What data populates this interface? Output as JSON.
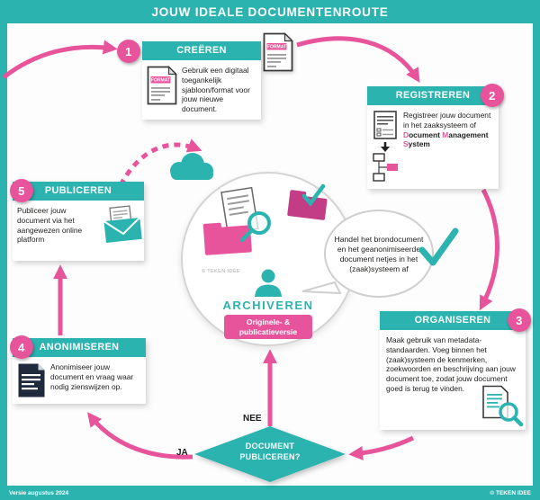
{
  "colors": {
    "teal": "#2BB3B0",
    "pink": "#E8549B",
    "dark_navy": "#1F2A3C"
  },
  "header": {
    "title": "JOUW IDEALE DOCUMENTENROUTE"
  },
  "labels": {
    "format": "FORMAT"
  },
  "steps": {
    "create": {
      "number": "1",
      "title": "CREËREN",
      "body": "Gebruik een digitaal toegankelijk sjabloon/format voor jouw nieuwe document."
    },
    "register": {
      "number": "2",
      "title": "REGISTREREN",
      "body_prefix": "Registreer jouw document in het zaaksysteem of ",
      "words": [
        {
          "initial": "D",
          "rest": "ocument "
        },
        {
          "initial": "M",
          "rest": "anagement "
        },
        {
          "initial": "S",
          "rest": "ystem"
        }
      ]
    },
    "organize": {
      "number": "3",
      "title": "ORGANISEREN",
      "body": "Maak gebruik van metadata-standaarden. Voeg binnen het (zaak)systeem de kenmerken, zoekwoorden en beschrijving aan jouw document toe, zodat jouw document goed is terug te vinden."
    },
    "anonymize": {
      "number": "4",
      "title": "ANONIMISEREN",
      "body": "Anonimiseer jouw document en vraag waar nodig zienswijzen op."
    },
    "publish": {
      "number": "5",
      "title": "PUBLICEREN",
      "body": "Publiceer jouw document via het aangewezen online platform"
    }
  },
  "center": {
    "title": "ARCHIVEREN",
    "badge_line1": "Originele- &",
    "badge_line2": "publicatieversie",
    "watermark": "© TEKEN IDEE"
  },
  "speech_bubble": {
    "text": "Handel het brondocument en het geanonimiseerde document netjes in het (zaak)systeem af"
  },
  "decision": {
    "question": "DOCUMENT PUBLICEREN?",
    "yes_label": "JA",
    "no_label": "NEE"
  },
  "footer": {
    "version": "Versie augustus 2024",
    "credit": "© TEKEN IDEE"
  },
  "icons": {
    "step_create": "document-format-icon",
    "top_floating": "document-format-icon",
    "step_register": [
      "document-lines-icon",
      "dms-flow-icon"
    ],
    "step_organize": "document-search-icon",
    "step_anonymize": "redacted-document-icon",
    "step_publish": "envelope-document-icon",
    "center": [
      "folder-icon",
      "folder-check-icon",
      "document-icon",
      "magnifier-icon",
      "person-icon",
      "cloud-icon"
    ],
    "bubble_side": "checkmark-icon"
  }
}
